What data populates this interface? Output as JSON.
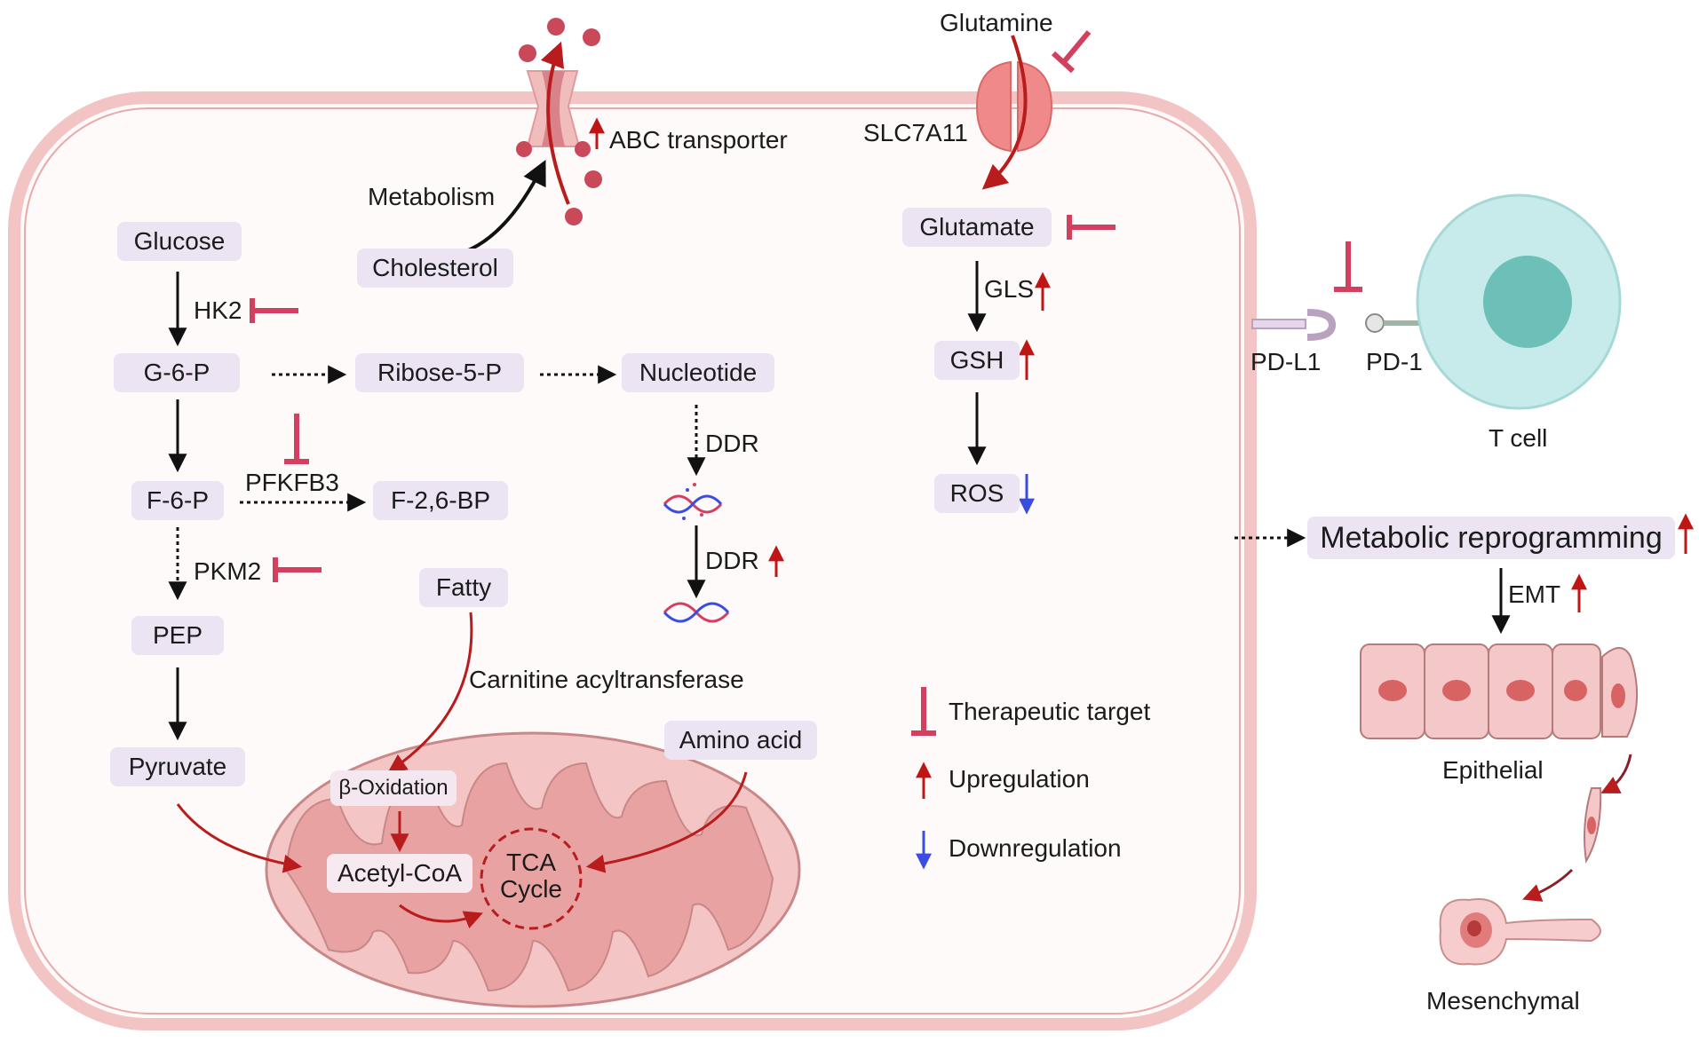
{
  "colors": {
    "membrane": "#f2c4c4",
    "node_bg": "#ece4f3",
    "inhibitor": "#d23f5f",
    "up_arrow": "#c01515",
    "down_arrow": "#3a4de0",
    "pathway_red": "#b81c1c",
    "mitochondria": "#f1b9b9",
    "tcell": "#bfe8e7",
    "tcell_nucleus": "#64bdb5"
  },
  "nodes": {
    "glucose": "Glucose",
    "g6p": "G-6-P",
    "f6p": "F-6-P",
    "pep": "PEP",
    "pyruvate": "Pyruvate",
    "ribose5p": "Ribose-5-P",
    "nucleotide": "Nucleotide",
    "f26bp": "F-2,6-BP",
    "cholesterol": "Cholesterol",
    "fatty": "Fatty",
    "amino_acid": "Amino acid",
    "glutamate": "Glutamate",
    "gsh": "GSH",
    "ros": "ROS",
    "beta_oxidation": "β-Oxidation",
    "acetyl_coa": "Acetyl-CoA",
    "metabolic_reprogramming": "Metabolic reprogramming"
  },
  "labels": {
    "hk2": "HK2",
    "pfkfb3": "PFKFB3",
    "pkm2": "PKM2",
    "ddr_1": "DDR",
    "ddr_2": "DDR",
    "metabolism": "Metabolism",
    "abc_transporter": "ABC transporter",
    "glutamine": "Glutamine",
    "slc7a11": "SLC7A11",
    "gls": "GLS",
    "carnitine": "Carnitine acyltransferase",
    "tca_line1": "TCA",
    "tca_line2": "Cycle",
    "pd_l1": "PD-L1",
    "pd_1": "PD-1",
    "t_cell": "T cell",
    "emt": "EMT",
    "epithelial": "Epithelial",
    "mesenchymal": "Mesenchymal"
  },
  "legend": {
    "therapeutic_target": "Therapeutic target",
    "upregulation": "Upregulation",
    "downregulation": "Downregulation"
  }
}
